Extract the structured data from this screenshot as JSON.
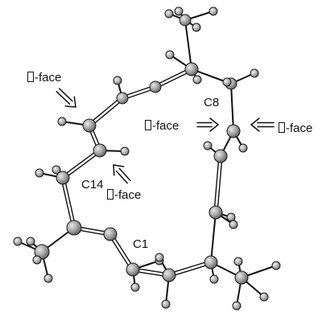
{
  "atom_labels": {
    "c8": "C8",
    "c14": "C14",
    "c1": "C1"
  },
  "face_labels": {
    "top_left": "-face",
    "mid_right_a": "-face",
    "mid_right_b": "-face",
    "bottom_c14": "-face"
  },
  "colors": {
    "atom_fill": "#9a9a9a",
    "atom_stroke": "#1a1a1a",
    "bond": "#111111",
    "arrow": "#111111"
  },
  "icons": {
    "missing_glyph": "unknown-glyph-box"
  }
}
